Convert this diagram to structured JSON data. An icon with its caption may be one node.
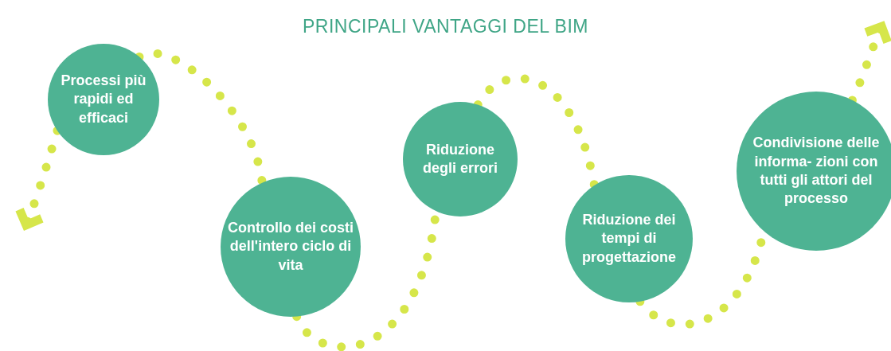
{
  "diagram": {
    "title": "PRINCIPALI VANTAGGI DEL BIM",
    "nodes": [
      {
        "text": [
          "Processi più rapidi ed efficaci"
        ]
      },
      {
        "text": [
          "Controllo dei costi dell'intero ciclo di vita"
        ]
      },
      {
        "text": [
          "Riduzione degli errori"
        ]
      },
      {
        "text": [
          "Riduzione dei tempi di progettazione"
        ]
      },
      {
        "text": [
          "Condivisione delle informa- zioni con tutti gli attori del processo"
        ]
      }
    ],
    "edges": [
      {
        "from": 0,
        "to": 1,
        "arrow": "none"
      },
      {
        "from": 1,
        "to": 2,
        "arrow": "none"
      },
      {
        "from": 2,
        "to": 3,
        "arrow": "none"
      },
      {
        "from": 3,
        "to": 4,
        "arrow": "none"
      },
      {
        "from": 0,
        "to": null,
        "arrow": "to"
      },
      {
        "from": 4,
        "to": null,
        "arrow": "to"
      }
    ]
  }
}
